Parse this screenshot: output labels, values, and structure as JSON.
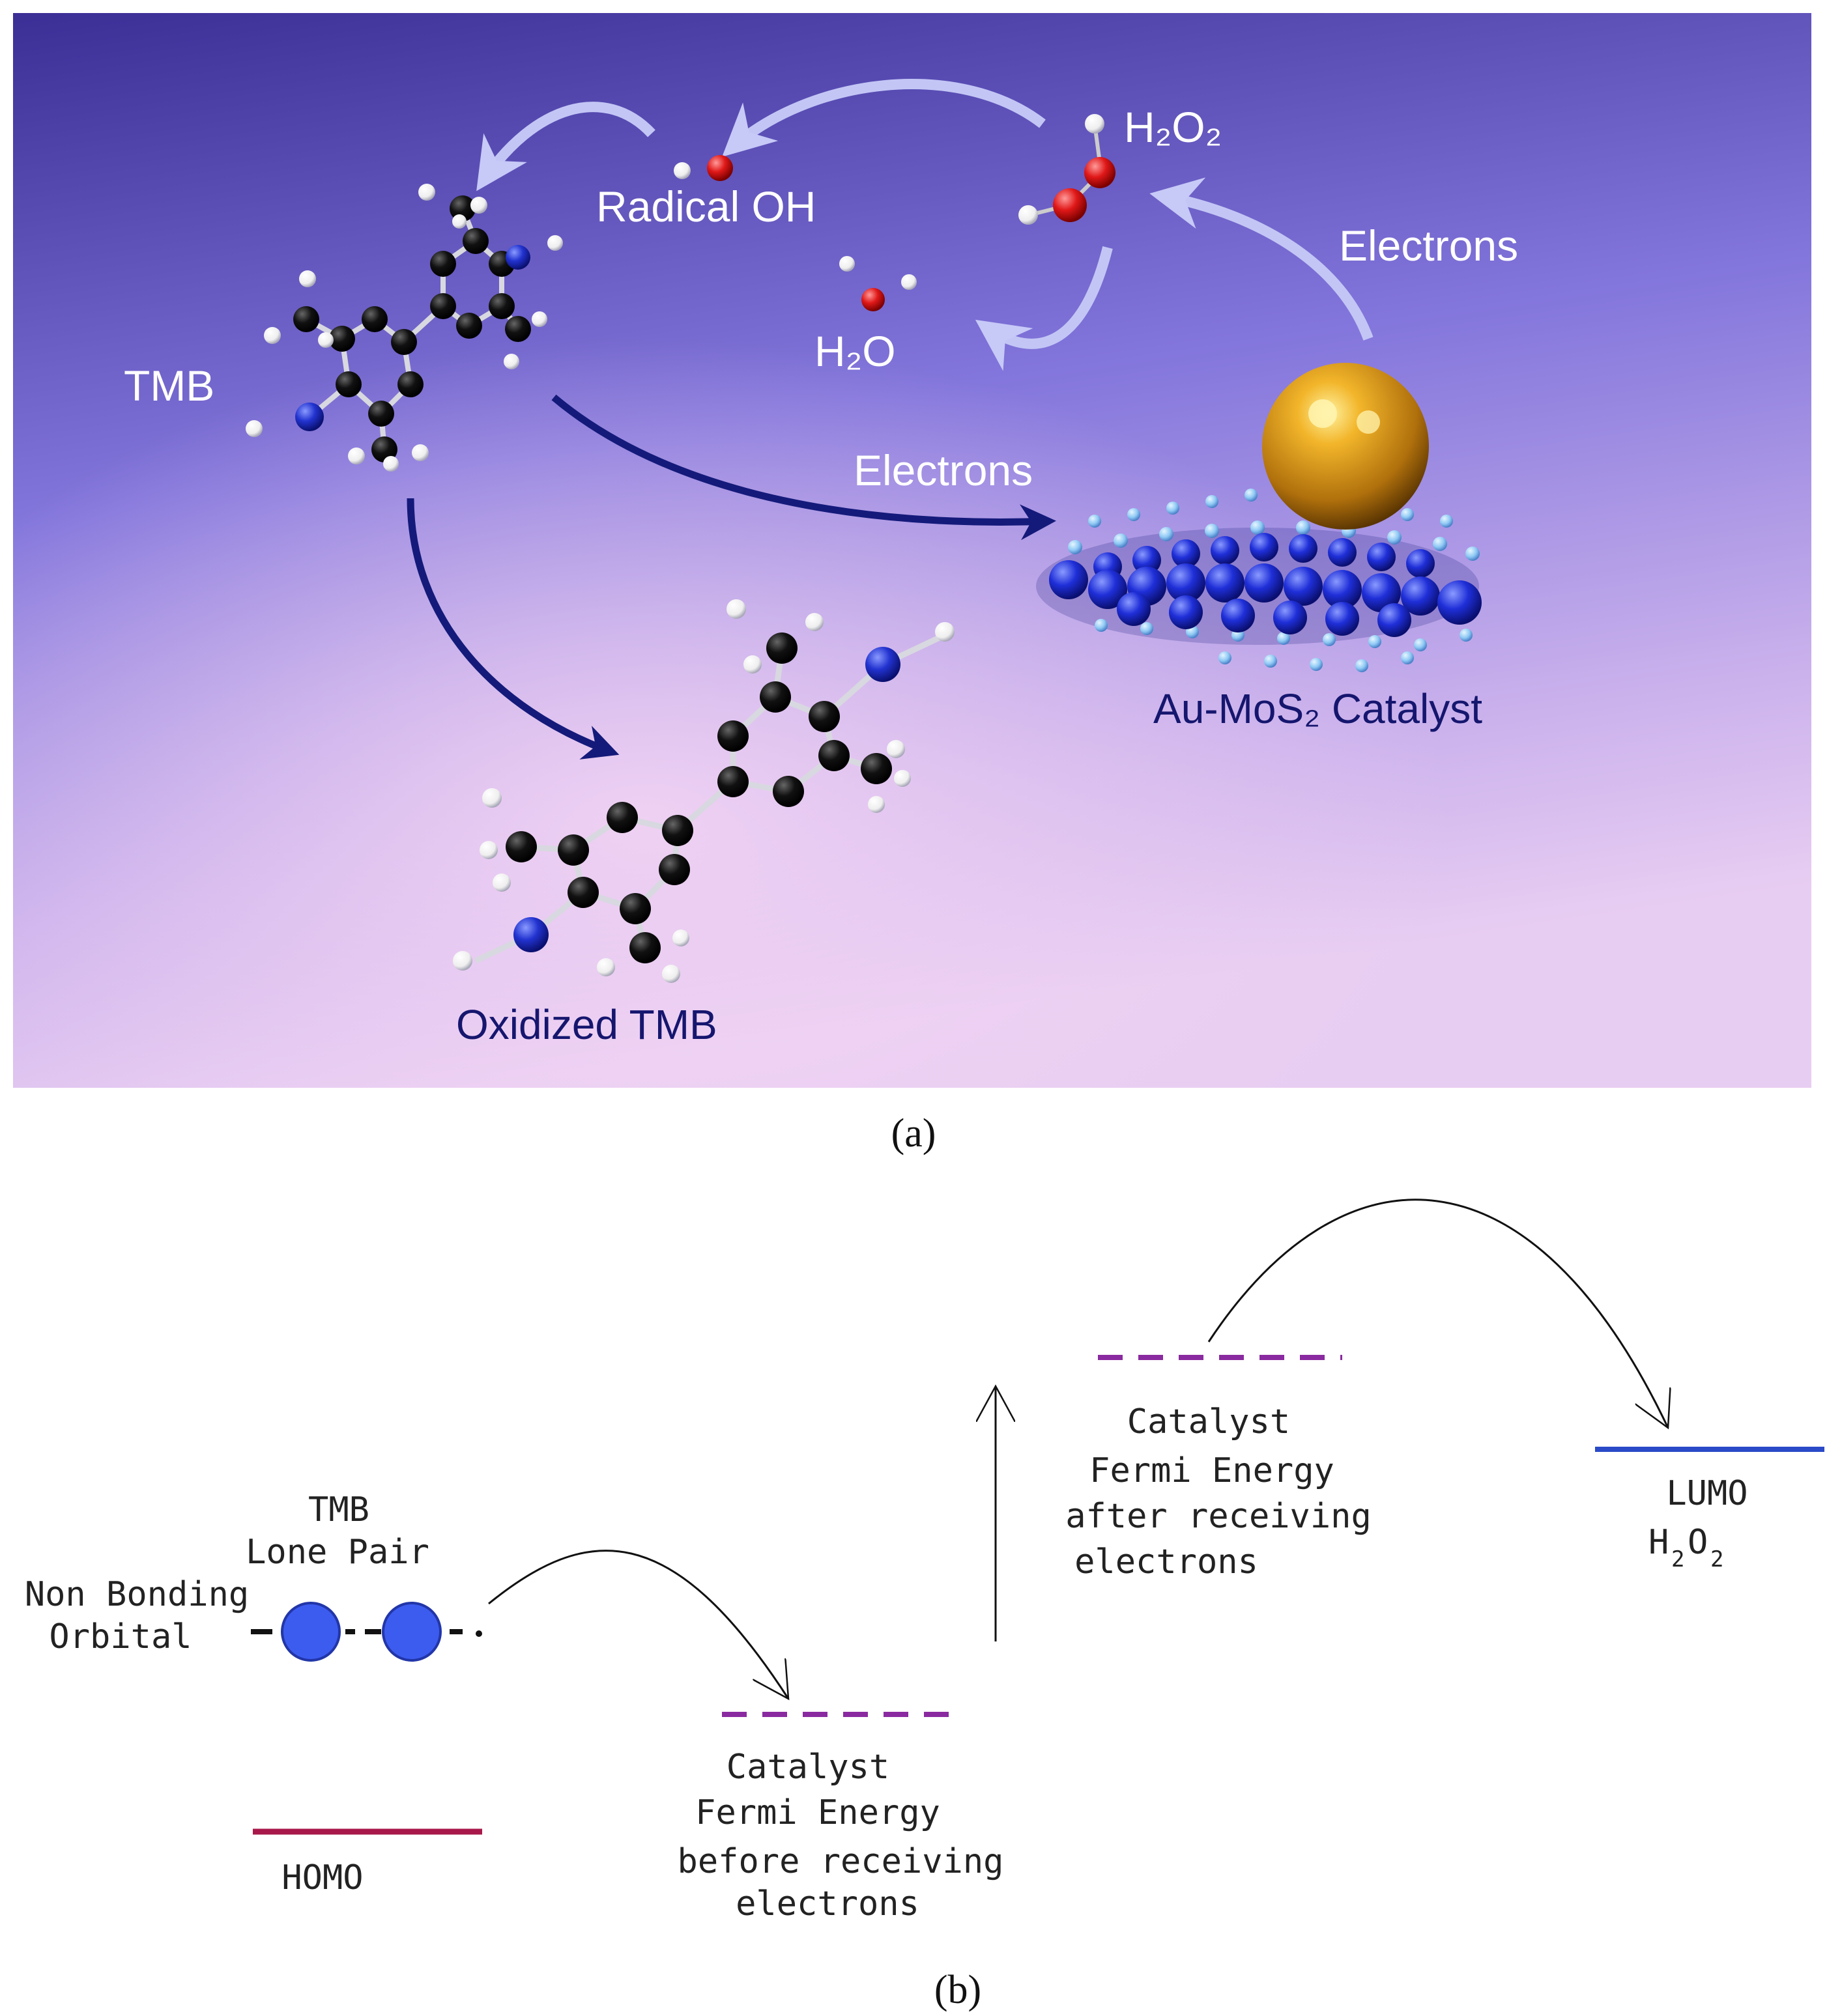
{
  "panel_a": {
    "caption": "(a)",
    "labels": {
      "radical_oh": "Radical OH",
      "h2o2": "H₂O₂",
      "electrons_top": "Electrons",
      "h2o": "H₂O",
      "tmb": "TMB",
      "electrons_mid": "Electrons",
      "catalyst": "Au-MoS₂ Catalyst",
      "oxidized_tmb": "Oxidized TMB"
    },
    "colors": {
      "background_top": "#4b3ea8",
      "background_bottom": "#e2c8f0",
      "light_arrow": "#c3c6f5",
      "dark_arrow": "#141a7a",
      "carbon": "#111111",
      "nitrogen": "#2a3ad8",
      "oxygen": "#e01818",
      "hydrogen": "#f4f4f4",
      "gold": "#c98a14",
      "mos2_large": "#2233dd",
      "mos2_small": "#8ec8f4"
    }
  },
  "panel_b": {
    "caption": "(b)",
    "labels": {
      "tmb_line1": "TMB",
      "tmb_line2": "Lone Pair",
      "nonbonding_line1": "Non Bonding",
      "nonbonding_line2": "Orbital",
      "homo": "HOMO",
      "fermi_before": [
        "Catalyst",
        "Fermi Energy",
        "before receiving",
        "electrons"
      ],
      "fermi_after": [
        "Catalyst",
        "Fermi Energy",
        "after receiving",
        "electrons"
      ],
      "lumo_line1": "LUMO",
      "lumo_h": "H",
      "lumo_sub1": "2",
      "lumo_o": "O",
      "lumo_sub2": "2"
    },
    "colors": {
      "homo": "#a8184a",
      "fermi": "#8a2aa0",
      "lumo": "#2a4ac8",
      "electron": "#3c5cf0"
    }
  }
}
